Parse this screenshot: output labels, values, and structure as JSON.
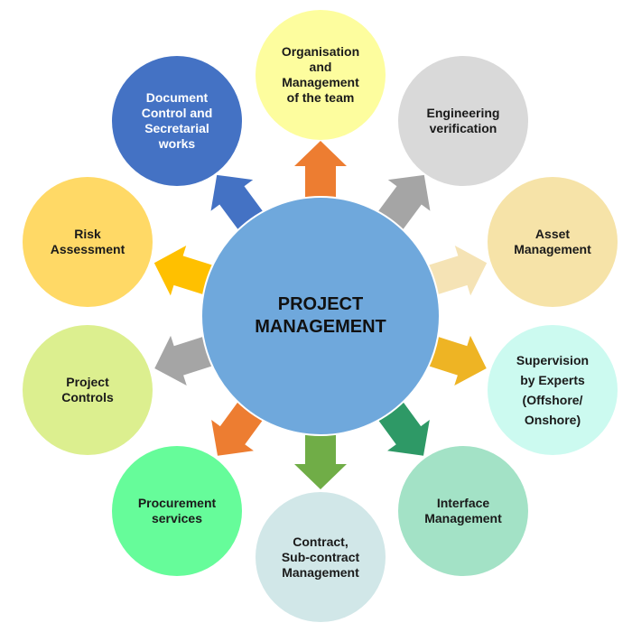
{
  "center": {
    "label": "PROJECT\nMANAGEMENT",
    "color": "#6fa8dc"
  },
  "nodes": [
    {
      "id": "organisation",
      "label": "Organisation\nand\nManagement\nof the team",
      "color": "#fdfd9e",
      "arrow_color": "#ed7d31",
      "text_color": "#1a1a1a"
    },
    {
      "id": "document-control",
      "label": "Document\nControl and\nSecretarial\nworks",
      "color": "#4472c4",
      "arrow_color": "#4472c4",
      "text_color": "#ffffff"
    },
    {
      "id": "engineering",
      "label": "Engineering\nverification",
      "color": "#d9d9d9",
      "arrow_color": "#a5a5a5",
      "text_color": "#1a1a1a"
    },
    {
      "id": "risk",
      "label": "Risk\nAssessment",
      "color": "#ffd966",
      "arrow_color": "#ffc000",
      "text_color": "#1a1a1a"
    },
    {
      "id": "asset",
      "label": "Asset\nManagement",
      "color": "#f6e3a8",
      "arrow_color": "#f5e3b5",
      "text_color": "#1a1a1a"
    },
    {
      "id": "project-controls",
      "label": "Project\nControls",
      "color": "#dcef8f",
      "arrow_color": "#a5a5a5",
      "text_color": "#1a1a1a"
    },
    {
      "id": "supervision",
      "label": "Supervision\nby Experts\n(Offshore/\nOnshore)",
      "color": "#ccfaf0",
      "arrow_color": "#eeb424",
      "text_color": "#1a1a1a"
    },
    {
      "id": "procurement",
      "label": "Procurement\nservices",
      "color": "#66fc9a",
      "arrow_color": "#ed7d31",
      "text_color": "#1a1a1a"
    },
    {
      "id": "interface",
      "label": "Interface\nManagement",
      "color": "#a3e2c6",
      "arrow_color": "#2e9966",
      "text_color": "#1a1a1a"
    },
    {
      "id": "contract",
      "label": "Contract,\nSub-contract\nManagement",
      "color": "#d1e7e8",
      "arrow_color": "#70ad47",
      "text_color": "#1a1a1a"
    }
  ]
}
